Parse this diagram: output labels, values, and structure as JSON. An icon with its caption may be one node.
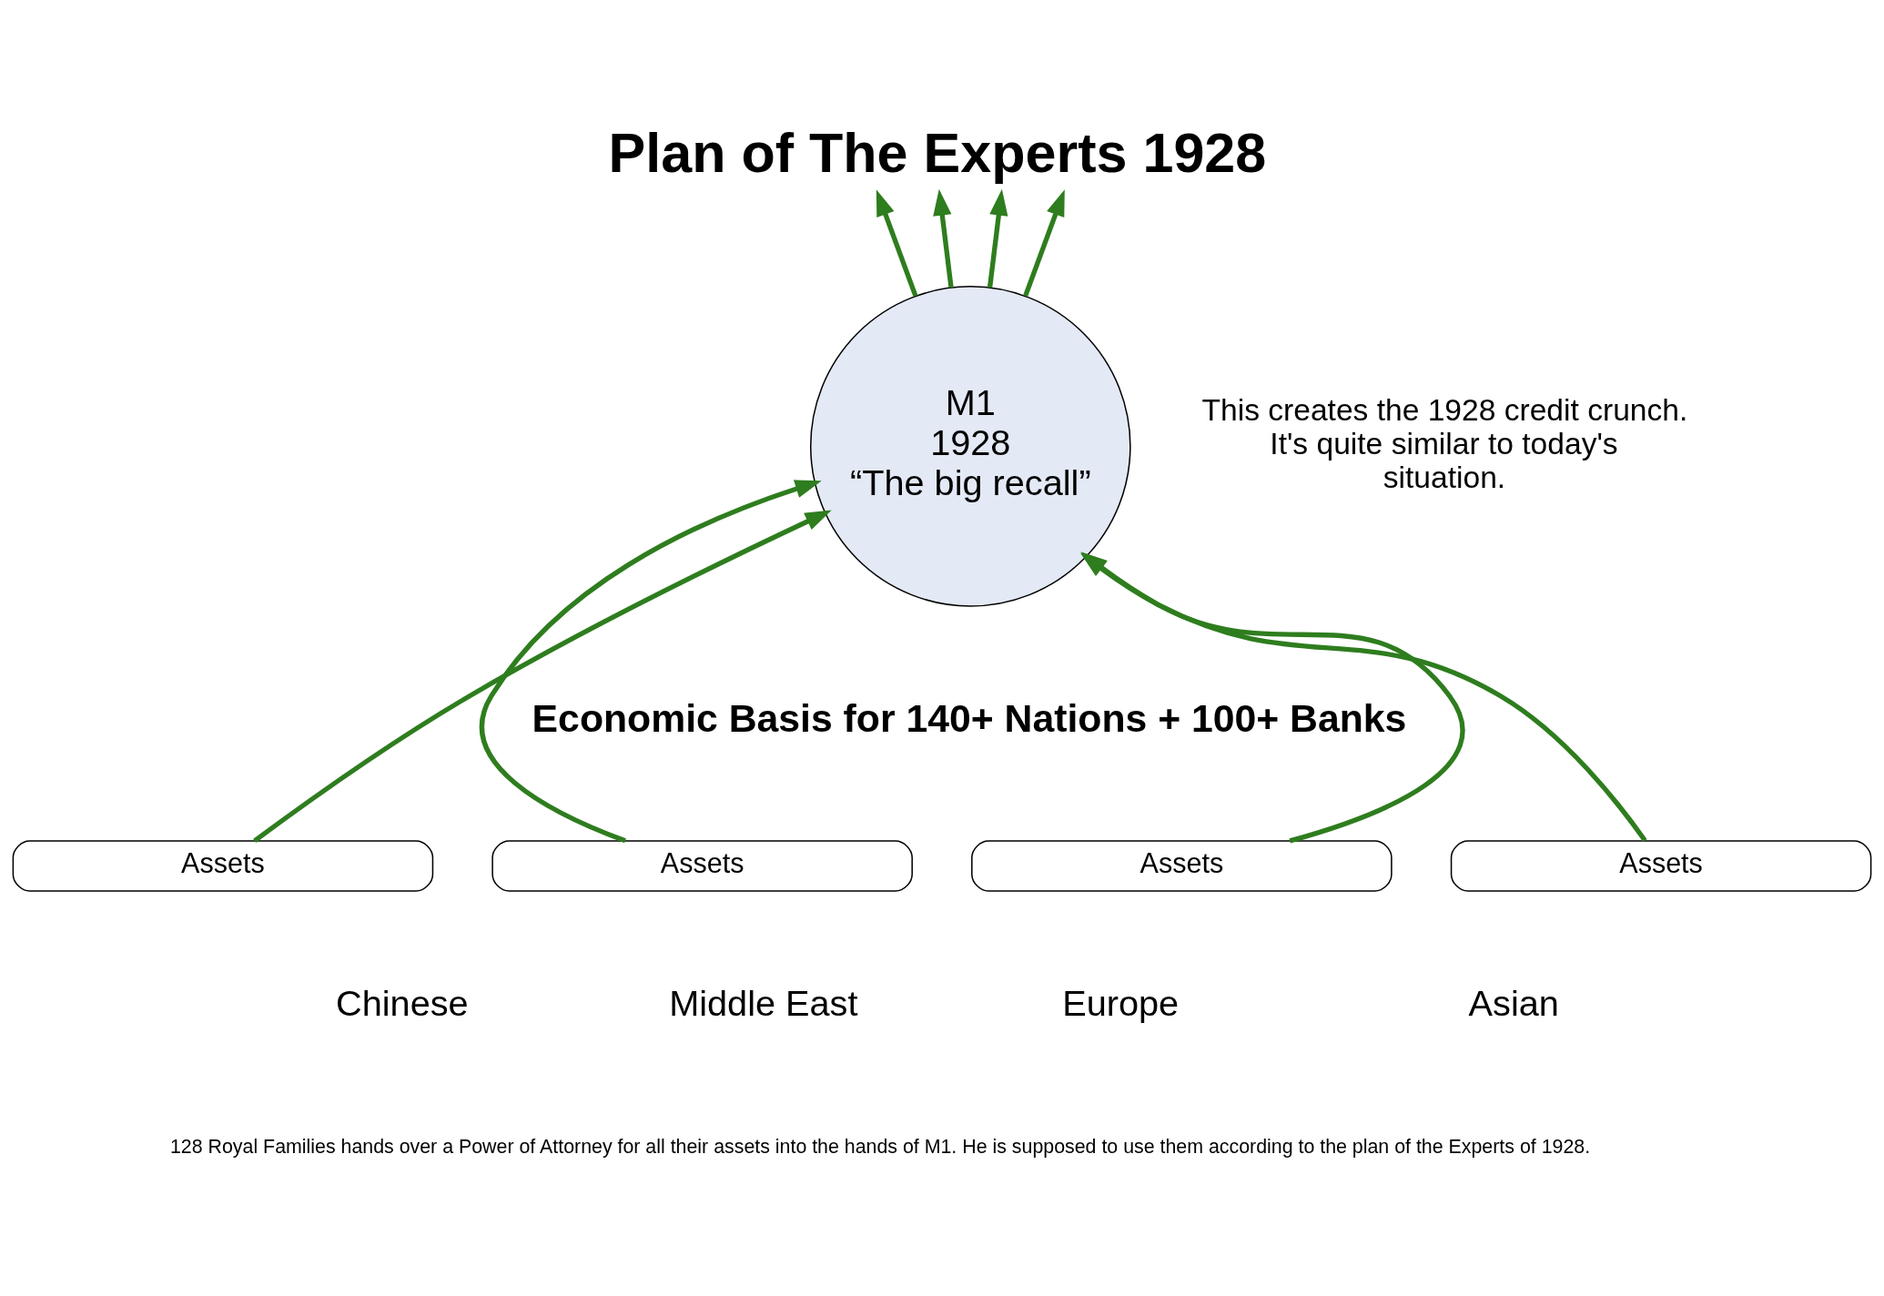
{
  "diagram": {
    "title": "Plan of The Experts 1928",
    "caption": "128 Royal Families hands over a Power of Attorney for all their assets into the hands of M1. He is supposed to use them according to the plan of the Experts of 1928.",
    "nodes": [
      {
        "text": [
          "M1",
          "1928",
          "“The big recall”"
        ]
      },
      {
        "text": [
          "Assets"
        ],
        "beside": [
          "Chinese"
        ]
      },
      {
        "text": [
          "Assets"
        ],
        "beside": [
          "Middle East"
        ]
      },
      {
        "text": [
          "Assets"
        ],
        "beside": [
          "Europe"
        ]
      },
      {
        "text": [
          "Assets"
        ],
        "beside": [
          "Asian"
        ]
      }
    ],
    "edges": [
      {
        "from": 0,
        "to": null,
        "arrow": "to"
      },
      {
        "from": 0,
        "to": null,
        "arrow": "to"
      },
      {
        "from": 0,
        "to": null,
        "arrow": "to"
      },
      {
        "from": 0,
        "to": null,
        "arrow": "to"
      },
      {
        "from": 1,
        "to": 0,
        "arrow": "to"
      },
      {
        "from": 2,
        "to": 0,
        "arrow": "to"
      },
      {
        "from": 3,
        "to": 0,
        "arrow": "to"
      },
      {
        "from": 4,
        "to": 0,
        "arrow": "to"
      }
    ],
    "labels": [
      "This creates the 1928 credit crunch. It's quite similar to today's situation.",
      "Economic Basis for 140+ Nations + 100+ Banks"
    ]
  }
}
